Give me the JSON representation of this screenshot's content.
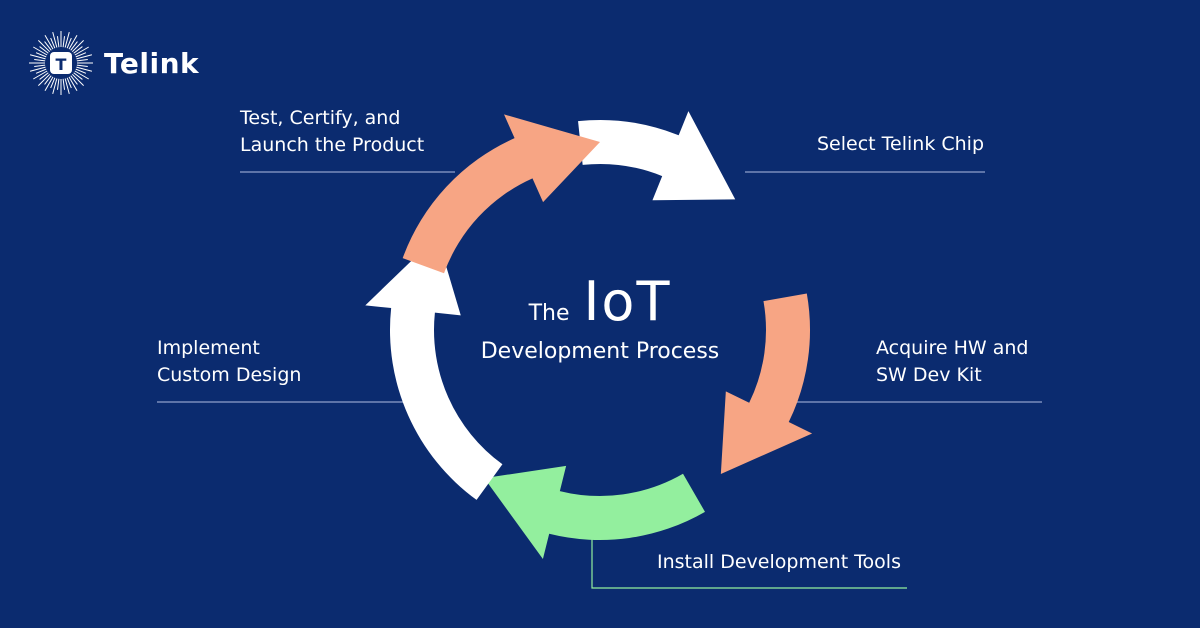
{
  "brand": {
    "name": "Telink",
    "mark_letter": "T",
    "colors": {
      "background": "#0b2b6f",
      "white": "#ffffff",
      "salmon": "#f7a584",
      "green": "#93ef9e",
      "leader_line": "#8fa0c9"
    }
  },
  "center": {
    "the": "The",
    "iot": "IoT",
    "subtitle": "Development Process"
  },
  "steps": [
    {
      "label": "Select Telink Chip",
      "arrow_color": "white"
    },
    {
      "label": "Acquire HW and\nSW Dev Kit",
      "arrow_color": "salmon"
    },
    {
      "label": "Install Development Tools",
      "arrow_color": "green"
    },
    {
      "label": "Implement\nCustom Design",
      "arrow_color": "white"
    },
    {
      "label": "Test, Certify, and\nLaunch the Product",
      "arrow_color": "salmon"
    }
  ]
}
